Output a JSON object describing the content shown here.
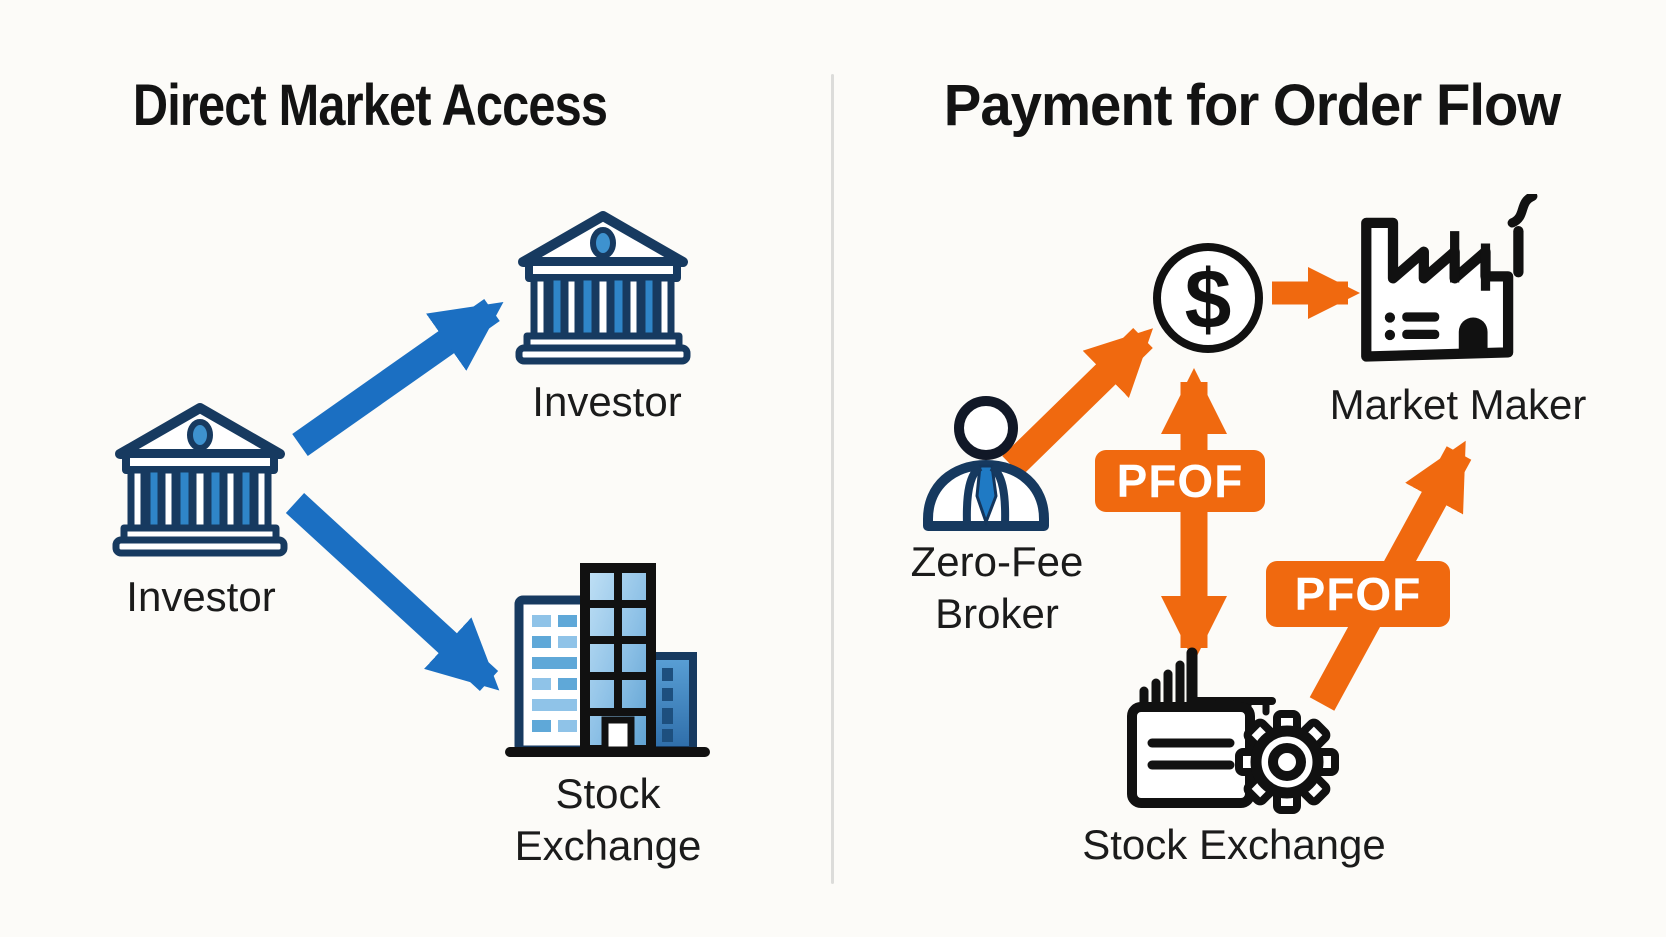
{
  "left": {
    "title": "Direct Market Access",
    "source_investor": {
      "label": "Investor",
      "icon": "bank-icon"
    },
    "target_investor": {
      "label": "Investor",
      "icon": "bank-icon"
    },
    "stock_exchange": {
      "label_line1": "Stock",
      "label_line2": "Exchange",
      "icon": "city-buildings-icon"
    },
    "arrows": [
      {
        "name": "investor-to-investor",
        "style": "solid-diagonal-up"
      },
      {
        "name": "investor-to-stock-exchange",
        "style": "solid-diagonal-down"
      }
    ]
  },
  "right": {
    "title": "Payment for Order Flow",
    "broker": {
      "label_line1": "Zero-Fee",
      "label_line2": "Broker",
      "icon": "person-icon"
    },
    "payment": {
      "symbol": "$",
      "icon": "dollar-coin-icon"
    },
    "market_maker": {
      "label": "Market Maker",
      "icon": "factory-icon"
    },
    "stock_exchange": {
      "label": "Stock Exchange",
      "icon": "document-gear-icon"
    },
    "pfof_badges": [
      {
        "label": "PFOF"
      },
      {
        "label": "PFOF"
      }
    ],
    "arrows": [
      {
        "name": "broker-to-payment",
        "style": "diagonal-up"
      },
      {
        "name": "payment-to-market-maker",
        "style": "horizontal"
      },
      {
        "name": "payment-stock-exchange-two-way",
        "style": "vertical-double"
      },
      {
        "name": "stock-exchange-to-market-maker",
        "style": "diagonal-up"
      }
    ]
  },
  "colors": {
    "background": "#fcfbf8",
    "divider": "#dcdcda",
    "title_text": "#131313",
    "label_text": "#1b1b1b",
    "blue_arrow": "#1b6fc2",
    "orange": "#f0690f",
    "navy_outline": "#173a60",
    "column_blue": "#2f85c8",
    "black_icon": "#111111"
  }
}
